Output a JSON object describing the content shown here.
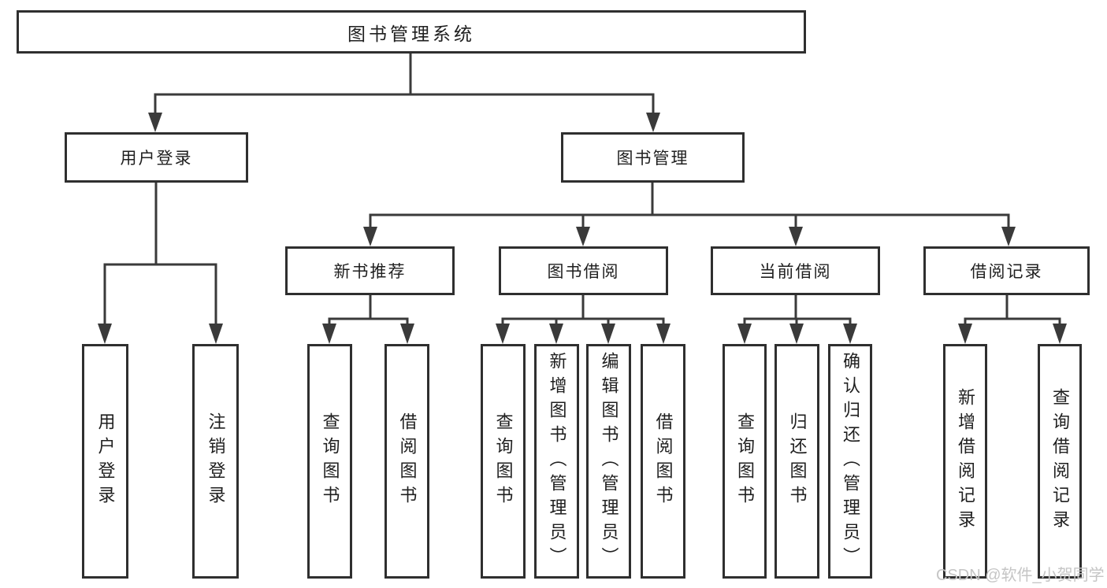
{
  "tree": {
    "label": "图书管理系统",
    "children": [
      {
        "label": "用户登录",
        "children": [
          {
            "label": "用户登录"
          },
          {
            "label": "注销登录"
          }
        ]
      },
      {
        "label": "图书管理",
        "children": [
          {
            "label": "新书推荐",
            "children": [
              {
                "label": "查询图书"
              },
              {
                "label": "借阅图书"
              }
            ]
          },
          {
            "label": "图书借阅",
            "children": [
              {
                "label": "查询图书"
              },
              {
                "label": "新增图书（管理员）"
              },
              {
                "label": "编辑图书（管理员）"
              },
              {
                "label": "借阅图书"
              }
            ]
          },
          {
            "label": "当前借阅",
            "children": [
              {
                "label": "查询图书"
              },
              {
                "label": "归还图书"
              },
              {
                "label": "确认归还（管理员）"
              }
            ]
          },
          {
            "label": "借阅记录",
            "children": [
              {
                "label": "新增借阅记录"
              },
              {
                "label": "查询借阅记录"
              }
            ]
          }
        ]
      }
    ]
  },
  "watermark": {
    "text": "CSDN @软件_小贺同学"
  },
  "colors": {
    "line": "#3a3a3a",
    "box_border": "#2f2f2f",
    "text": "#1f1f1f",
    "watermark": "#c5c5c5",
    "background": "#ffffff"
  }
}
